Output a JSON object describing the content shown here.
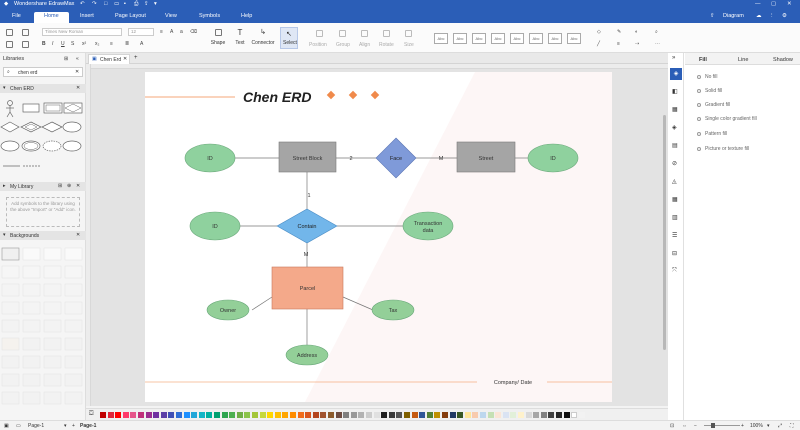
{
  "app": {
    "title": "Wondershare EdrawMax",
    "account": "Diagram"
  },
  "menu": {
    "items": [
      "File",
      "Home",
      "Insert",
      "Page Layout",
      "View",
      "Symbols",
      "Help"
    ],
    "active": "Home"
  },
  "ribbon": {
    "font_name": "Times New Roman",
    "font_size": "12",
    "tools": [
      "Shape",
      "Text",
      "Connector",
      "Select"
    ],
    "arrange": [
      "Position",
      "Group",
      "Align",
      "Rotate",
      "Size"
    ],
    "style_label": "Abc"
  },
  "left_panel": {
    "libraries_label": "Libraries",
    "search_value": "chen erd",
    "chen_erd_label": "Chen ERD",
    "my_library_label": "My Library",
    "my_library_hint": "Add symbols to the library using the above \"Import\" or \"Add\" icon.",
    "backgrounds_label": "Backgrounds"
  },
  "document": {
    "tab": "Chen Erd"
  },
  "diagram": {
    "title": "Chen ERD",
    "footer": "Company/ Date",
    "entities": {
      "street_block": "Street Block",
      "street": "Street",
      "parcel": "Parcel"
    },
    "relationships": {
      "face": "Face",
      "contain": "Contain"
    },
    "attributes": {
      "id1": "ID",
      "id2": "ID",
      "id3": "ID",
      "transaction": "Transaction data",
      "owner": "Owner",
      "tax": "Tax",
      "address": "Address"
    },
    "cardinality": {
      "c2": "2",
      "cm1": "M",
      "c1": "1",
      "cm2": "M"
    },
    "colors": {
      "entity": "#a5a5a5",
      "parcel": "#f4a98a",
      "face": "#7f9ad9",
      "contain": "#72b6ea",
      "attribute": "#8fd19e",
      "attribute2": "#93cf98",
      "accent": "#f08a4b"
    }
  },
  "fill_panel": {
    "tabs": [
      "Fill",
      "Line",
      "Shadow"
    ],
    "options": [
      "No fill",
      "Solid fill",
      "Gradient fill",
      "Single color gradient fill",
      "Pattern fill",
      "Picture or texture fill"
    ]
  },
  "status": {
    "page_selector": "Page-1",
    "page_tab": "Page-1",
    "zoom": "100%"
  },
  "palette_colors": [
    "#c00000",
    "#e0263a",
    "#ff0000",
    "#ff3b6b",
    "#e6568b",
    "#c0307a",
    "#9b2d8f",
    "#7030a0",
    "#5b3fa6",
    "#4050b5",
    "#2f6fd6",
    "#1e90ff",
    "#21a6d8",
    "#12b5c6",
    "#00b0a0",
    "#00a070",
    "#2ea44f",
    "#4caf50",
    "#70ad47",
    "#8bc34a",
    "#a4c639",
    "#c6d83b",
    "#ffd700",
    "#ffc000",
    "#ffa500",
    "#ff8c00",
    "#f06b1b",
    "#d9541e",
    "#b4451f",
    "#a0522d",
    "#8b5a2b",
    "#6d4c41",
    "#7f7f7f",
    "#999999",
    "#b2b2b2",
    "#cccccc",
    "#e0e0e0",
    "#1f1f1f",
    "#3a3a3a",
    "#555555",
    "#7f6000",
    "#c55a11",
    "#2f5597",
    "#538135",
    "#bf9000",
    "#843c0c",
    "#203864",
    "#385723",
    "#ffe699",
    "#f8cbad",
    "#bdd7ee",
    "#c5e0b4",
    "#fbe5d6",
    "#dae3f3",
    "#e2f0d9",
    "#fff2cc",
    "#d9d9d9",
    "#a6a6a6",
    "#808080",
    "#404040",
    "#262626",
    "#0d0d0d",
    "#ffffff",
    "#f2f2f2"
  ]
}
